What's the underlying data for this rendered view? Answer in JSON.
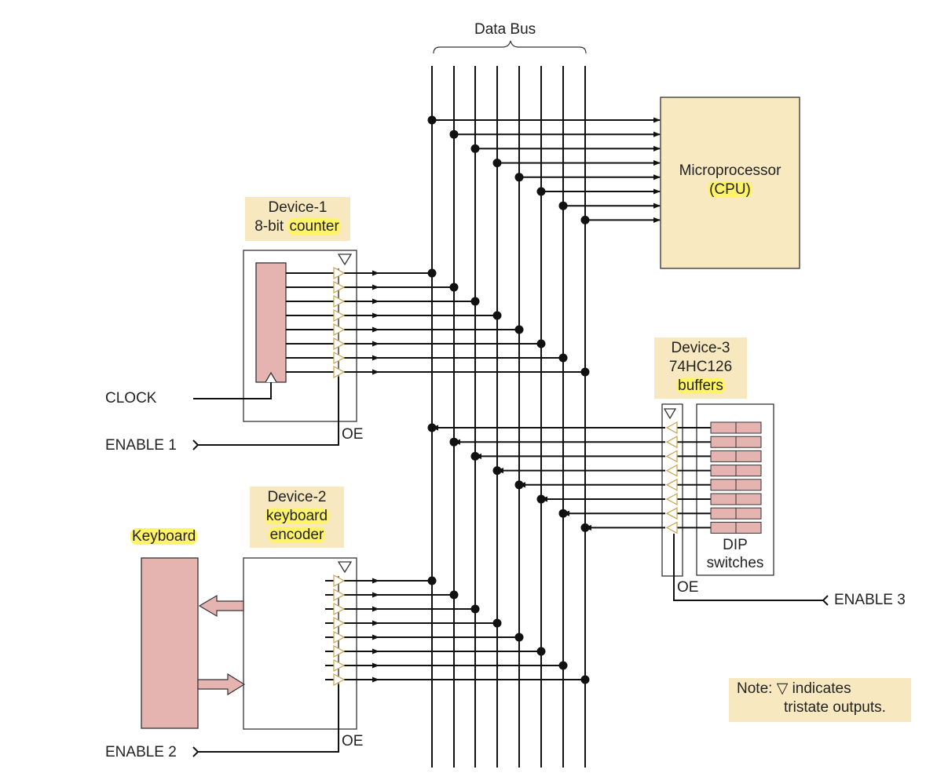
{
  "bus": {
    "label": "Data Bus"
  },
  "cpu": {
    "line1": "Microprocessor",
    "line2": "(CPU)"
  },
  "device1": {
    "title": "Device-1",
    "desc_prefix": "8-bit ",
    "desc_highlight": "counter",
    "clock": "CLOCK",
    "enable": "ENABLE 1",
    "oe": "OE"
  },
  "device2": {
    "title": "Device-2",
    "line1": "keyboard",
    "line2": "encoder",
    "enable": "ENABLE 2",
    "oe": "OE"
  },
  "device3": {
    "title": "Device-3",
    "part": "74HC126",
    "desc": "buffers",
    "enable": "ENABLE 3",
    "oe": "OE"
  },
  "keyboard": {
    "label": "Keyboard"
  },
  "dip": {
    "line1": "DIP",
    "line2": "switches"
  },
  "note": {
    "line1": "Note:  ▽ indicates",
    "line2": "tristate outputs."
  },
  "colors": {
    "component_fill": "#e6b4b0",
    "note_fill": "#f7e8bf",
    "cpu_fill": "#f8e9c0",
    "highlight": "#fff36a",
    "wire": "#111111"
  }
}
